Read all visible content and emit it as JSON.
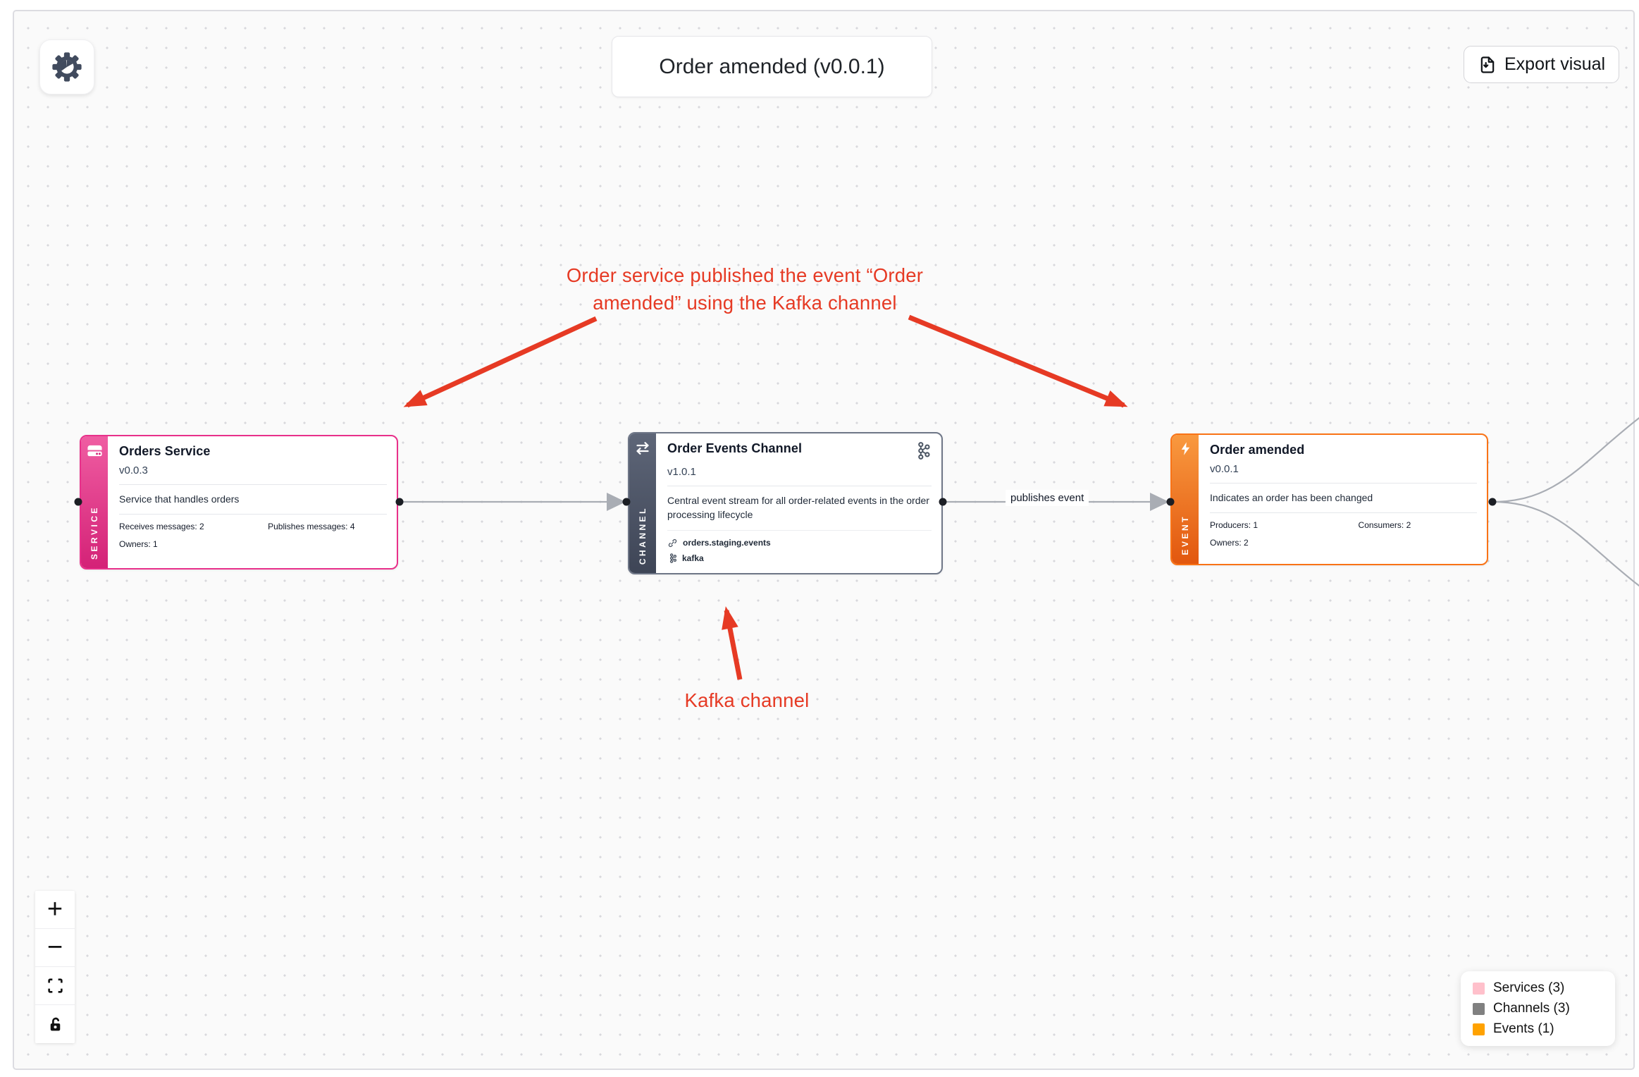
{
  "header": {
    "title": "Order amended (v0.0.1)",
    "export_label": "Export visual"
  },
  "annotations": {
    "color": "#e63a24",
    "note_publish_line1": "Order service published the event “Order",
    "note_publish_line2": "amended” using the Kafka channel",
    "note_kafka": "Kafka channel"
  },
  "edges": {
    "publish_label": "publishes event",
    "stroke_color": "#a9adb4"
  },
  "nodes": {
    "service": {
      "badge": "SERVICE",
      "title": "Orders Service",
      "version": "v0.0.3",
      "description": "Service that handles orders",
      "receives": "Receives messages: 2",
      "publishes": "Publishes messages: 4",
      "owners": "Owners: 1",
      "accent": "#e8308a"
    },
    "channel": {
      "badge": "CHANNEL",
      "title": "Order Events Channel",
      "version": "v1.0.1",
      "description": "Central event stream for all order-related events in the order processing lifecycle",
      "address": "orders.staging.events",
      "protocol": "kafka",
      "accent": "#6e7687"
    },
    "event": {
      "badge": "EVENT",
      "title": "Order amended",
      "version": "v0.0.1",
      "description": "Indicates an order has been changed",
      "producers": "Producers: 1",
      "consumers": "Consumers: 2",
      "owners": "Owners: 2",
      "accent": "#f97316"
    }
  },
  "legend": {
    "items": [
      {
        "label": "Services (3)",
        "color": "#ffc0cb"
      },
      {
        "label": "Channels (3)",
        "color": "#808080"
      },
      {
        "label": "Events (1)",
        "color": "#ffa200"
      }
    ]
  },
  "controls": {
    "zoom_in": "+",
    "zoom_out": "−"
  }
}
